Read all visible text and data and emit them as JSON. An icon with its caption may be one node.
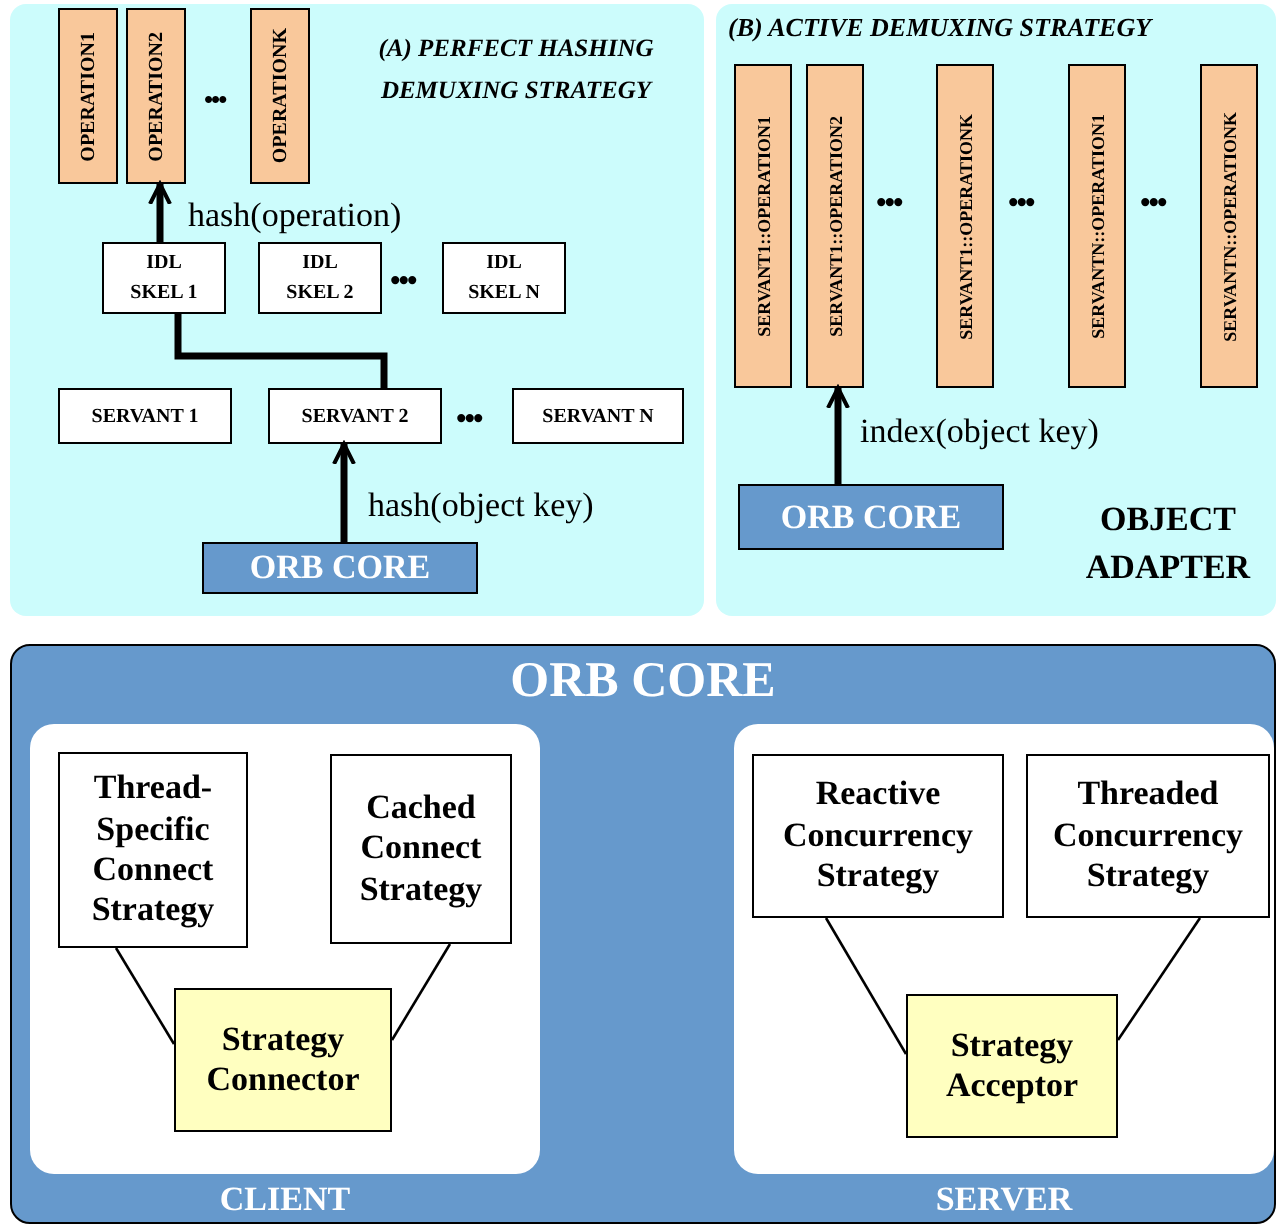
{
  "diagram": {
    "nodes": [
      {
        "text": [
          "(A) PERFECT HASHING DEMUXING STRATEGY"
        ]
      },
      {
        "text": [
          "(B) ACTIVE DEMUXING STRATEGY",
          "OBJECT ADAPTER"
        ]
      },
      {
        "text": [
          "OPERATION1"
        ],
        "in": 0
      },
      {
        "text": [
          "OPERATION2"
        ],
        "in": 0
      },
      {
        "text": [
          "OPERATIONK"
        ],
        "in": 0
      },
      {
        "text": [
          "IDL SKEL 1"
        ],
        "in": 0
      },
      {
        "text": [
          "IDL SKEL 2"
        ],
        "in": 0
      },
      {
        "text": [
          "IDL SKEL N"
        ],
        "in": 0
      },
      {
        "text": [
          "SERVANT 1"
        ],
        "in": 0
      },
      {
        "text": [
          "SERVANT 2"
        ],
        "in": 0
      },
      {
        "text": [
          "SERVANT N"
        ],
        "in": 0
      },
      {
        "text": [
          "ORB CORE"
        ],
        "in": 0
      },
      {
        "text": [
          "SERVANT1::OPERATION1"
        ],
        "in": 1
      },
      {
        "text": [
          "SERVANT1::OPERATION2"
        ],
        "in": 1
      },
      {
        "text": [
          "SERVANT1::OPERATIONK"
        ],
        "in": 1
      },
      {
        "text": [
          "SERVANTN::OPERATION1"
        ],
        "in": 1
      },
      {
        "text": [
          "SERVANTN::OPERATIONK"
        ],
        "in": 1
      },
      {
        "text": [
          "ORB CORE"
        ],
        "in": 1
      },
      {
        "text": [
          "ORB CORE"
        ]
      },
      {
        "text": [
          "CLIENT"
        ],
        "in": 18
      },
      {
        "text": [
          "SERVER"
        ],
        "in": 18
      },
      {
        "text": [
          "Thread-Specific Connect Strategy"
        ],
        "in": 19
      },
      {
        "text": [
          "Cached Connect Strategy"
        ],
        "in": 19
      },
      {
        "text": [
          "Strategy Connector"
        ],
        "in": 19
      },
      {
        "text": [
          "Reactive Concurrency Strategy"
        ],
        "in": 20
      },
      {
        "text": [
          "Threaded Concurrency Strategy"
        ],
        "in": 20
      },
      {
        "text": [
          "Strategy Acceptor"
        ],
        "in": 20
      }
    ],
    "edges": [
      {
        "from": 5,
        "to": 3,
        "arrow": "to",
        "label": "hash(operation)",
        "style": "thick"
      },
      {
        "from": 9,
        "to": 5,
        "arrow": "none",
        "style": "thick"
      },
      {
        "from": 11,
        "to": 9,
        "arrow": "to",
        "label": "hash(object key)",
        "style": "thick"
      },
      {
        "from": 17,
        "to": 13,
        "arrow": "to",
        "label": "index(object key)",
        "style": "thick"
      },
      {
        "from": 21,
        "to": 23,
        "arrow": "none"
      },
      {
        "from": 22,
        "to": 23,
        "arrow": "none"
      },
      {
        "from": 24,
        "to": 26,
        "arrow": "none"
      },
      {
        "from": 25,
        "to": 26,
        "arrow": "none"
      }
    ],
    "labels": [
      "•••",
      "•••",
      "•••",
      "•••",
      "•••",
      "•••"
    ]
  }
}
